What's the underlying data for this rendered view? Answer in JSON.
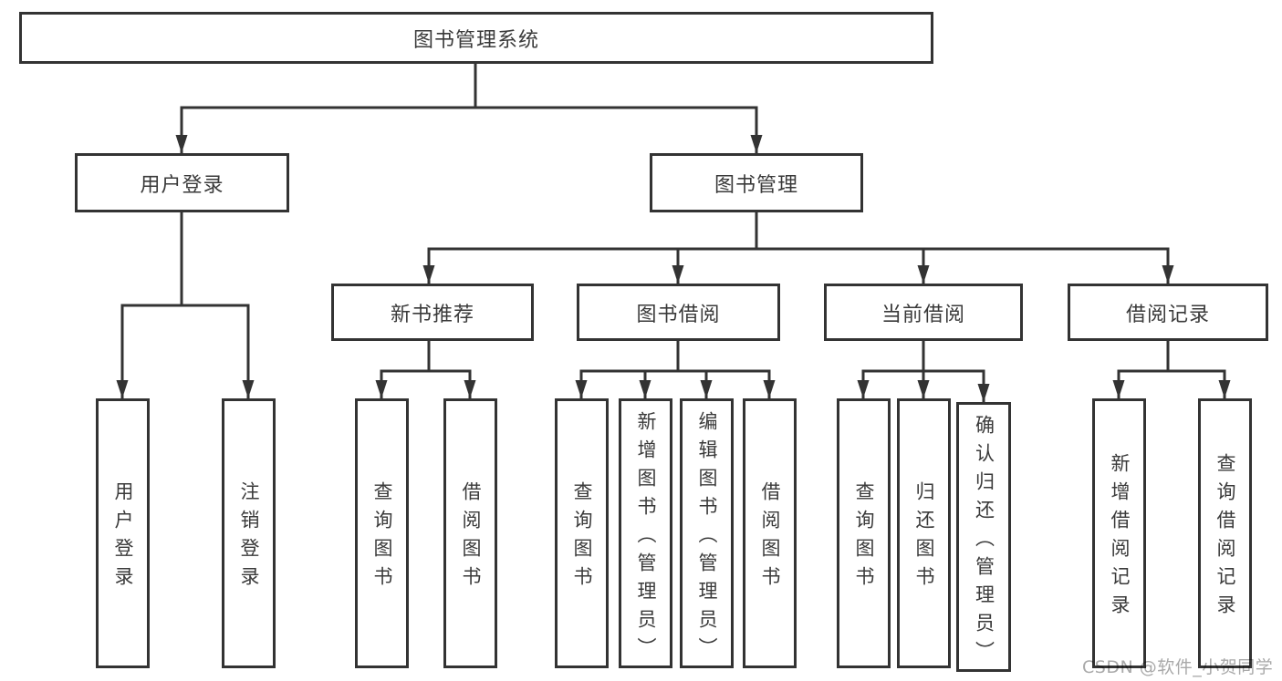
{
  "watermark": "CSDN @软件_小贺同学",
  "colors": {
    "line": "#333333",
    "box_border": "#333333",
    "text": "#3a3a3a",
    "watermark": "#a9a9a9",
    "background": "#ffffff"
  },
  "tree": {
    "root": {
      "label": "图书管理系统"
    },
    "level2": [
      {
        "label": "用户登录",
        "children": [
          {
            "label": "用户登录"
          },
          {
            "label": "注销登录"
          }
        ]
      },
      {
        "label": "图书管理",
        "children": [
          {
            "label": "新书推荐",
            "children": [
              {
                "label": "查询图书"
              },
              {
                "label": "借阅图书"
              }
            ]
          },
          {
            "label": "图书借阅",
            "children": [
              {
                "label": "查询图书"
              },
              {
                "label": "新增图书（管理员）"
              },
              {
                "label": "编辑图书（管理员）"
              },
              {
                "label": "借阅图书"
              }
            ]
          },
          {
            "label": "当前借阅",
            "children": [
              {
                "label": "查询图书"
              },
              {
                "label": "归还图书"
              },
              {
                "label": "确认归还（管理员）"
              }
            ]
          },
          {
            "label": "借阅记录",
            "children": [
              {
                "label": "新增借阅记录"
              },
              {
                "label": "查询借阅记录"
              }
            ]
          }
        ]
      }
    ]
  }
}
